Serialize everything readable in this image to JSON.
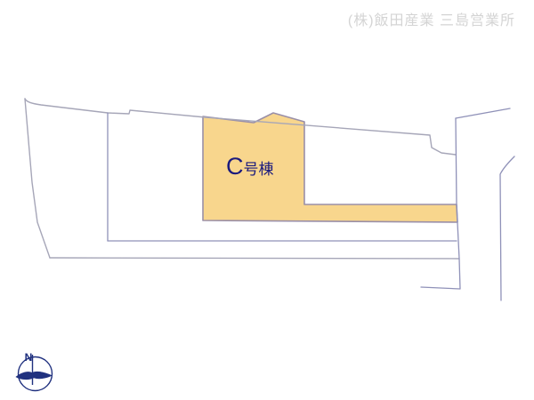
{
  "header": {
    "company_label": "(株)飯田産業 三島営業所",
    "company_text_color": "#d4d4d4"
  },
  "site_plan": {
    "highlighted_lot": {
      "name": "C",
      "suffix": "号棟",
      "full_label": "C号棟",
      "fill_color": "#f8d68d",
      "outline_color": "#9a8fa8",
      "text_color": "#1a1a7e"
    },
    "boundary_line_color": "#a6a6b8",
    "lot_line_color": "#8f91b8"
  },
  "compass": {
    "north_label": "N",
    "color": "#20317f"
  }
}
